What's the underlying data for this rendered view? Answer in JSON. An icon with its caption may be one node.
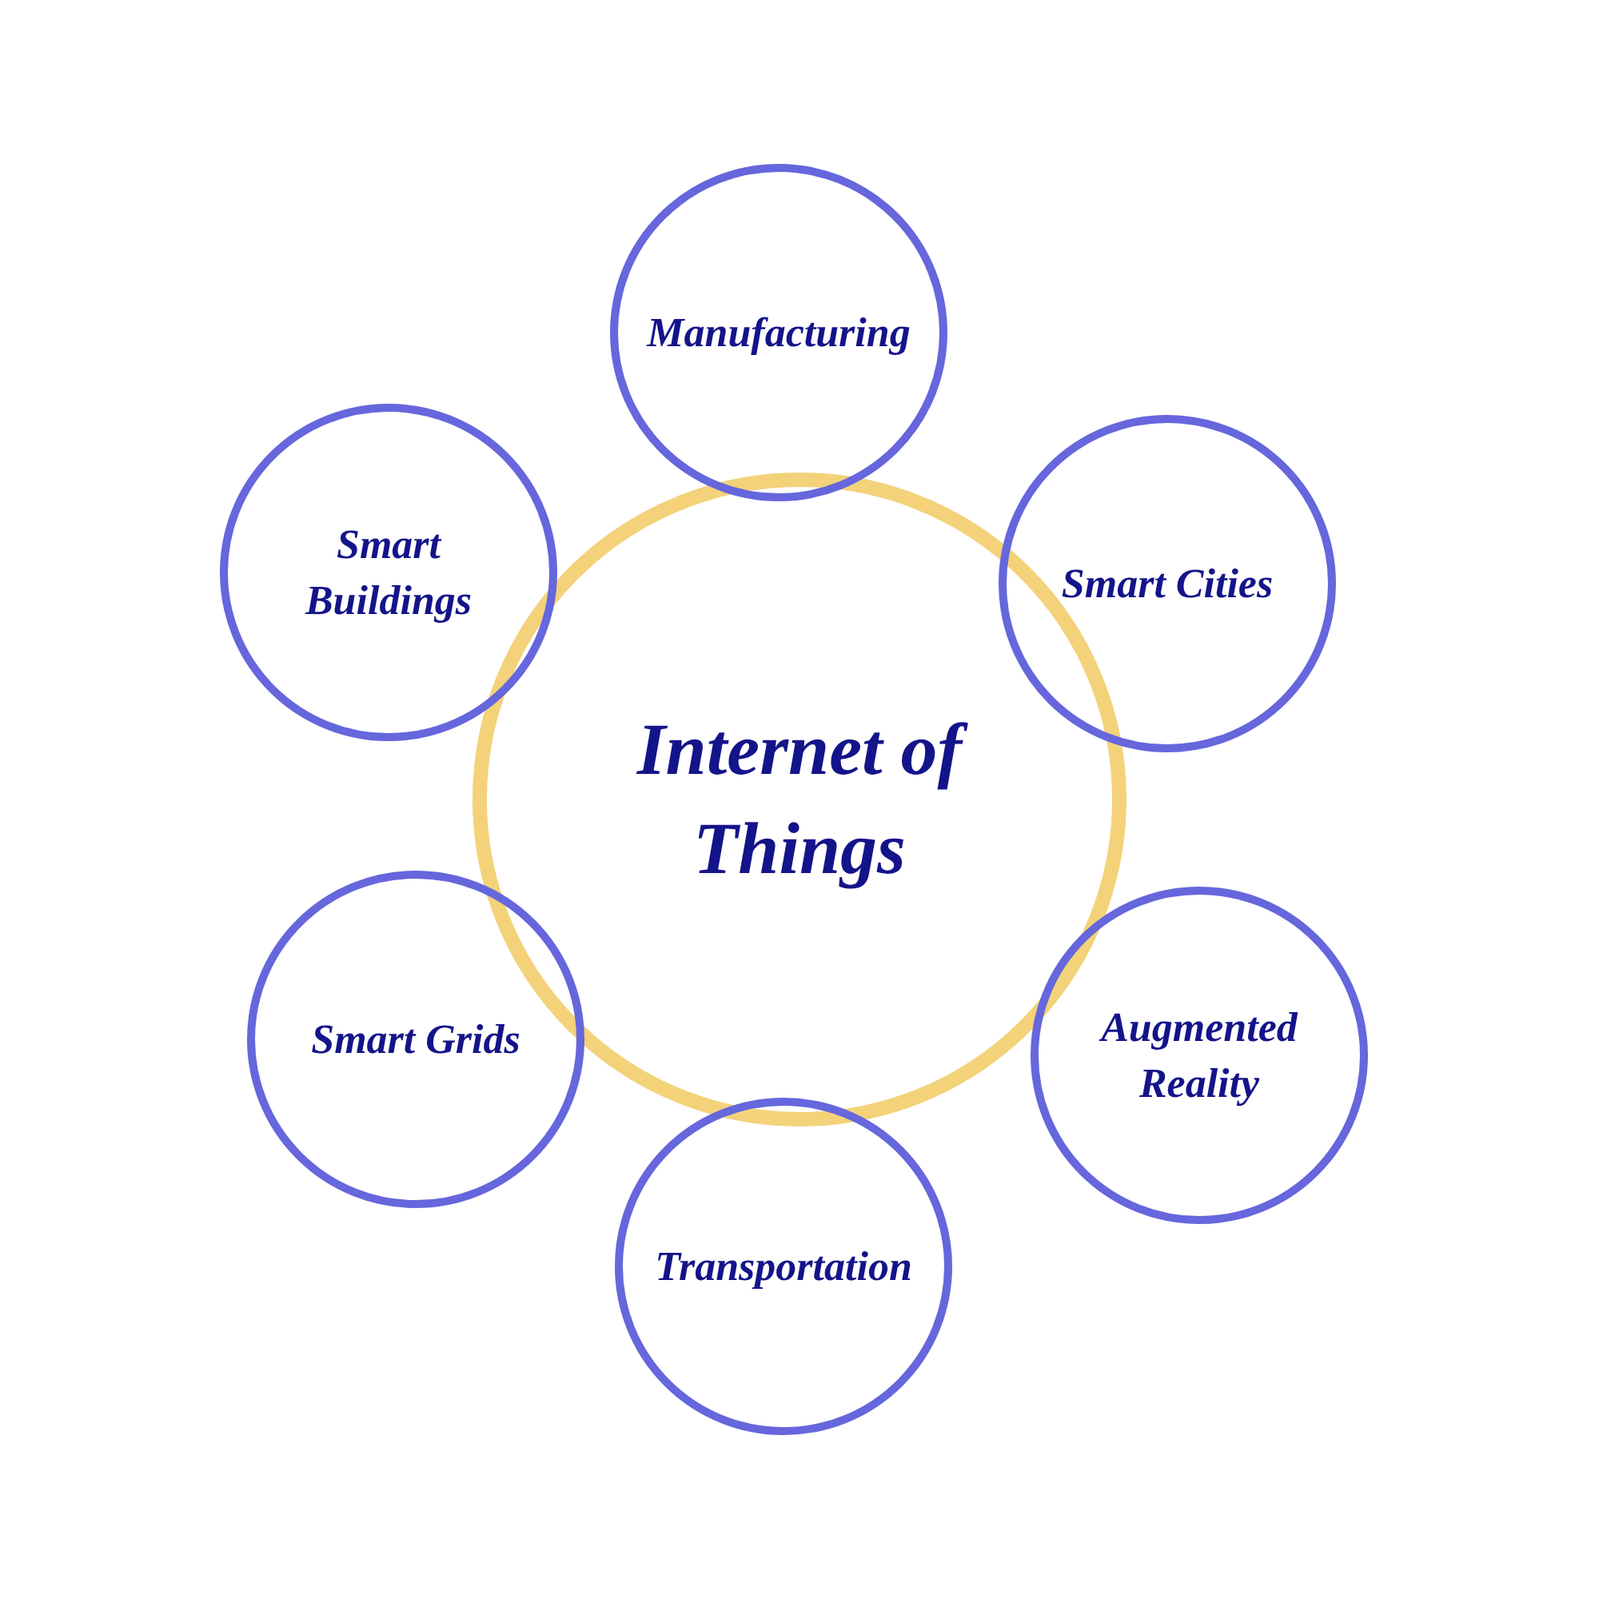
{
  "diagram": {
    "nodes": [
      {
        "text": [
          "Internet of Things"
        ]
      },
      {
        "text": [
          "Manufacturing"
        ]
      },
      {
        "text": [
          "Smart Buildings"
        ]
      },
      {
        "text": [
          "Smart Cities"
        ]
      },
      {
        "text": [
          "Smart Grids"
        ]
      },
      {
        "text": [
          "Augmented Reality"
        ]
      },
      {
        "text": [
          "Transportation"
        ]
      }
    ],
    "edges": []
  }
}
